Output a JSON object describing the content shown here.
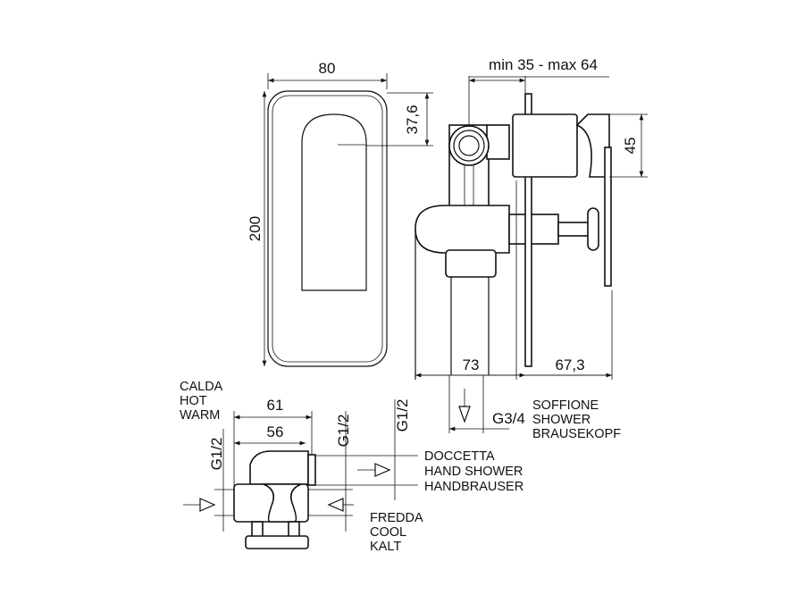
{
  "front_view": {
    "width_label": "80",
    "height_label": "200",
    "slot_offset_label": "37,6"
  },
  "side_view": {
    "depth_range_label": "min 35 - max 64",
    "handle_height_label": "45",
    "rear_depth_label": "73",
    "front_depth_label": "67,3"
  },
  "shower_outlet": {
    "thread_label": "G3/4",
    "lines": [
      "SOFFIONE",
      "SHOWER",
      "BRAUSEKOPF"
    ]
  },
  "bottom_view": {
    "hot_lines": [
      "CALDA",
      "HOT",
      "WARM"
    ],
    "width_outer_label": "61",
    "width_inner_label": "56",
    "thread_left_label": "G1/2",
    "thread_mid_label": "G1/2",
    "thread_right_label": "G1/2",
    "hand_shower_lines": [
      "DOCCETTA",
      "HAND SHOWER",
      "HANDBRAUSER"
    ],
    "cold_lines": [
      "FREDDA",
      "COOL",
      "KALT"
    ]
  }
}
